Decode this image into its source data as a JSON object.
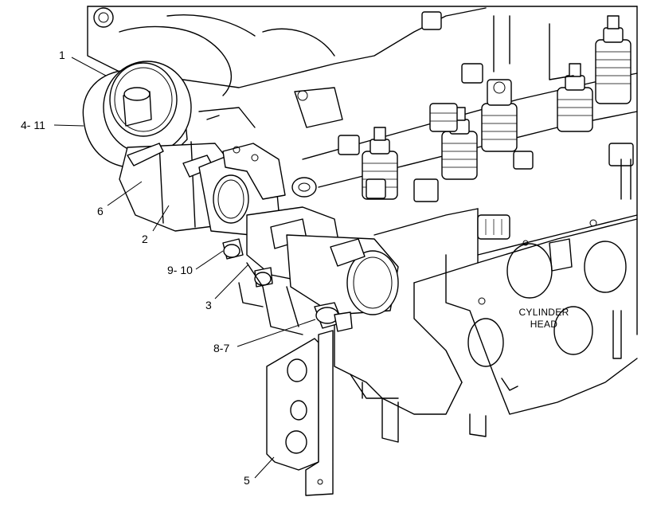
{
  "callouts": [
    {
      "id": "c1",
      "label": "1"
    },
    {
      "id": "c411",
      "label": "4- 11"
    },
    {
      "id": "c6",
      "label": "6"
    },
    {
      "id": "c2",
      "label": "2"
    },
    {
      "id": "c910",
      "label": "9- 10"
    },
    {
      "id": "c3",
      "label": "3"
    },
    {
      "id": "c87",
      "label": "8-7"
    },
    {
      "id": "c5",
      "label": "5"
    }
  ],
  "cylinder_head": {
    "line1": "CYLINDER",
    "line2": "HEAD"
  }
}
